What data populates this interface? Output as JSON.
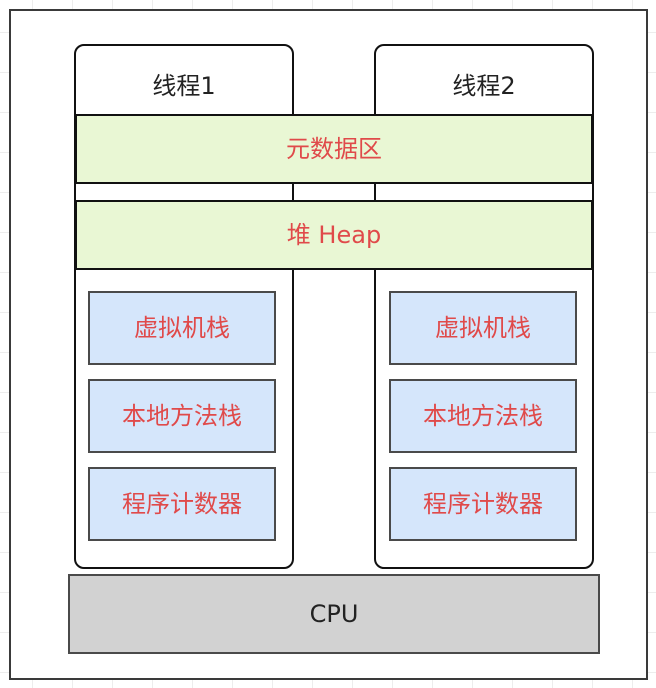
{
  "threads": [
    {
      "title": "线程1",
      "regions": [
        "虚拟机栈",
        "本地方法栈",
        "程序计数器"
      ]
    },
    {
      "title": "线程2",
      "regions": [
        "虚拟机栈",
        "本地方法栈",
        "程序计数器"
      ]
    }
  ],
  "shared": {
    "metaspace": "元数据区",
    "heap": "堆 Heap"
  },
  "cpu": "CPU",
  "colors": {
    "region_text": "#e04a4a",
    "shared_fill": "#e9f7d4",
    "region_fill": "#d5e6fb",
    "cpu_fill": "#d2d2d2"
  }
}
